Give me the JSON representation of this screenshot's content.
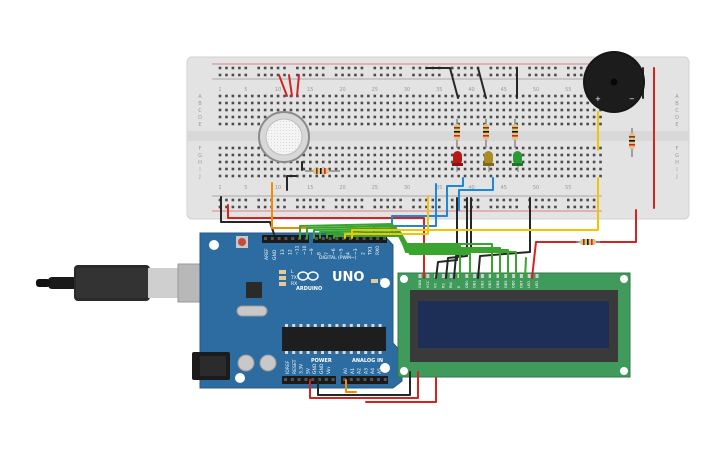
{
  "breadboard": {
    "col_numbers": [
      "1",
      "5",
      "10",
      "15",
      "20",
      "25",
      "30",
      "35",
      "40",
      "45",
      "50",
      "55"
    ],
    "row_letters_top": [
      "A",
      "B",
      "C",
      "D",
      "E"
    ],
    "row_letters_bottom": [
      "F",
      "G",
      "H",
      "I",
      "J"
    ]
  },
  "arduino": {
    "model": "UNO",
    "brand": "ARDUINO",
    "digital_label": "DIGITAL (PWM~)",
    "power_label": "POWER",
    "analog_label": "ANALOG IN",
    "on_label": "ON",
    "tx_label": "TX",
    "rx_label": "RX",
    "l_label": "L",
    "aref_label": "AREF",
    "gnd_label": "GND",
    "digital_pins": [
      "13",
      "12",
      "~11",
      "~10",
      "~9",
      "8",
      "7",
      "~6",
      "~5",
      "4",
      "~3",
      "2",
      "TX1",
      "RX0"
    ],
    "power_pins": [
      "IOREF",
      "RESET",
      "3.3V",
      "5V",
      "GND",
      "GND",
      "Vin"
    ],
    "analog_pins": [
      "A0",
      "A1",
      "A2",
      "A3",
      "A4",
      "A5"
    ]
  },
  "lcd": {
    "pins": [
      "GND",
      "VCC",
      "V0",
      "RS",
      "RW",
      "E",
      "DB0",
      "DB1",
      "DB2",
      "DB3",
      "DB4",
      "DB5",
      "DB6",
      "DB7",
      "LED",
      "LED"
    ]
  },
  "buzzer": {
    "plus": "+",
    "minus": "−"
  },
  "colors": {
    "breadboard": "#e3e3e3",
    "arduino": "#2c6ca0",
    "lcd_board": "#3f9a5c",
    "lcd_screen": "#1d2f57",
    "wire_red": "#d32424",
    "wire_black": "#262626",
    "wire_green": "#3aa52e",
    "wire_yellow": "#f5c400",
    "wire_orange": "#f08c00",
    "wire_blue": "#1f88d6",
    "led_red": "#b81a1a",
    "led_yellow": "#a98c28",
    "led_green": "#2b9a35"
  },
  "icons": {
    "usb": "usb-plug-icon",
    "buzzer": "piezo-buzzer-icon",
    "sensor": "gas-sensor-icon"
  }
}
